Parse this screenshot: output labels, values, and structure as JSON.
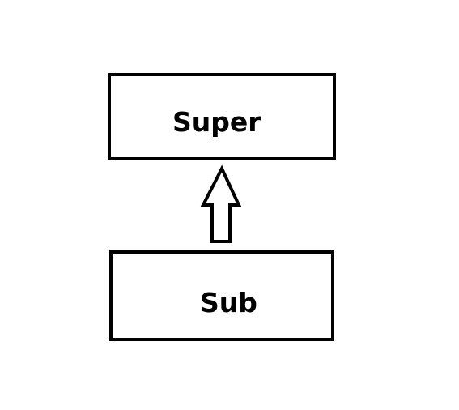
{
  "diagram": {
    "nodes": [
      {
        "id": "super",
        "label": "Super"
      },
      {
        "id": "sub",
        "label": "Sub"
      }
    ],
    "edges": [
      {
        "from": "sub",
        "to": "super",
        "style": "hollow-block-arrow"
      }
    ]
  },
  "colors": {
    "stroke": "#000000",
    "background": "#ffffff"
  }
}
